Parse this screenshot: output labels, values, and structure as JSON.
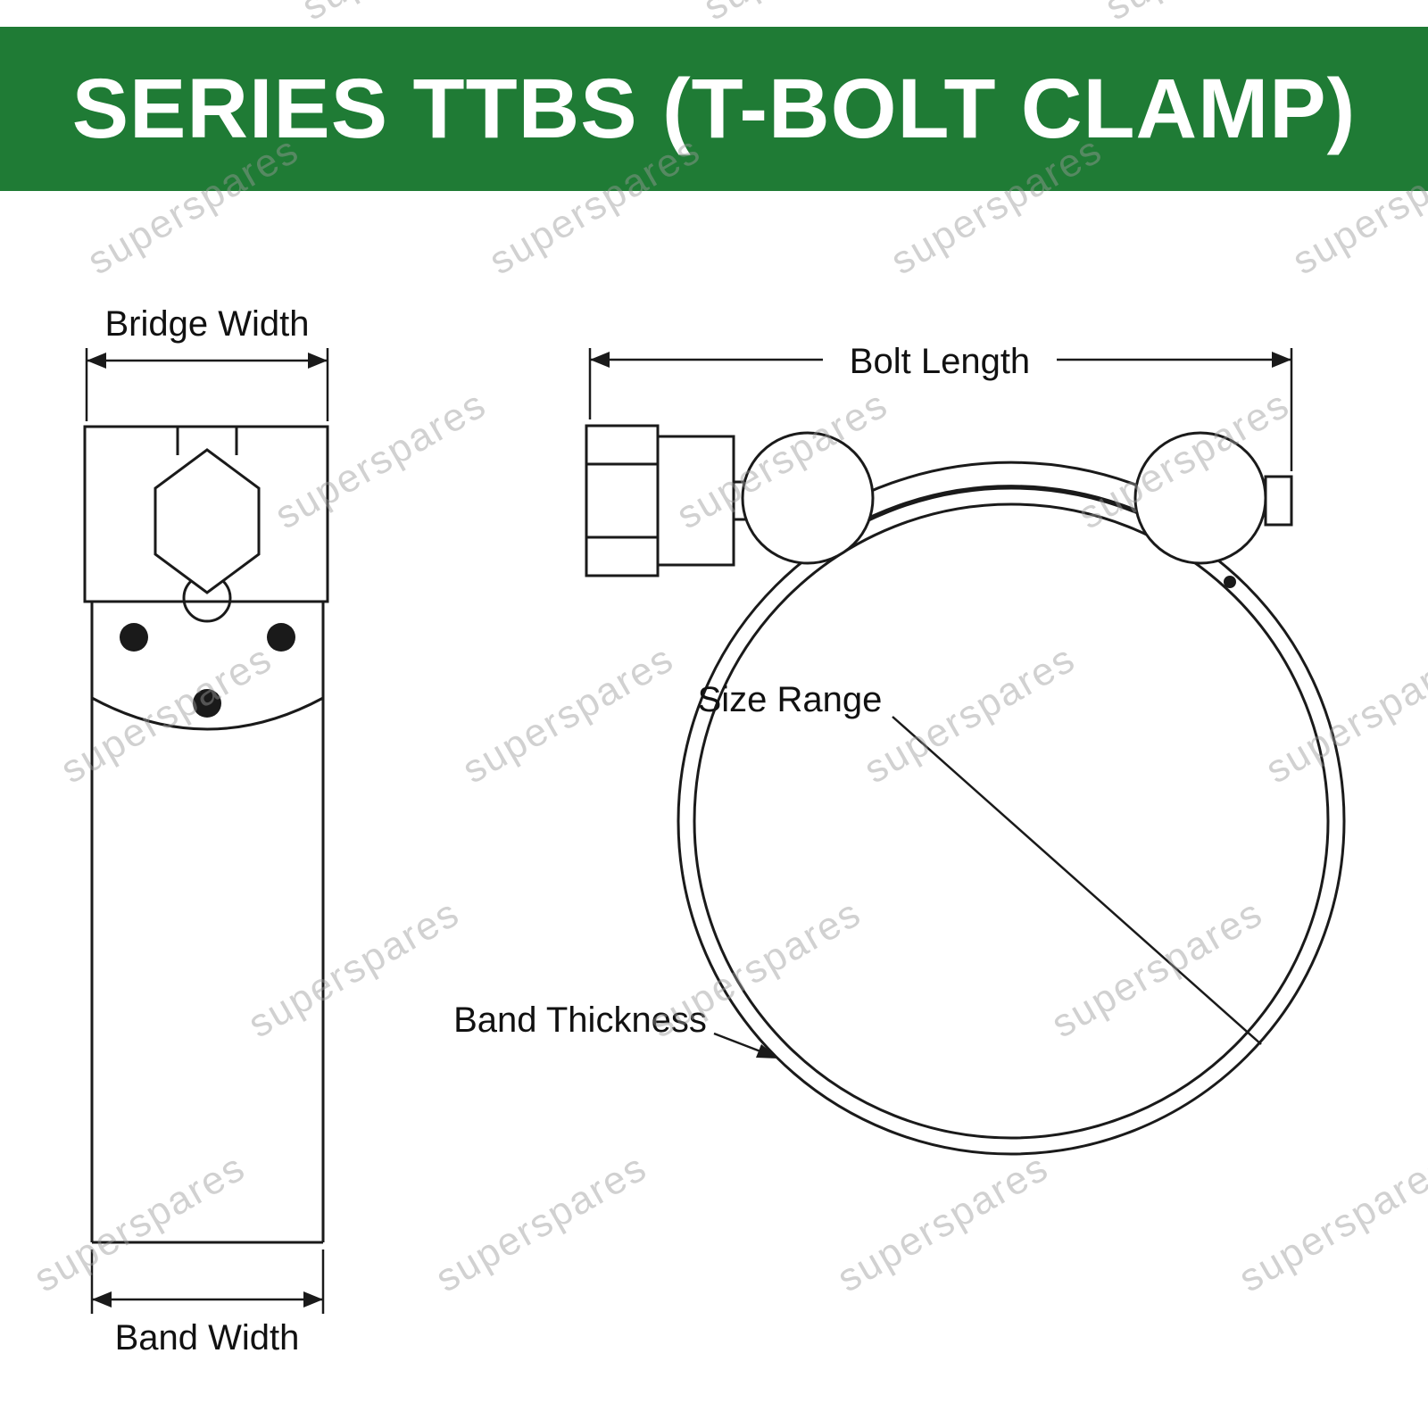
{
  "header": {
    "title": "SERIES TTBS (T-BOLT CLAMP)",
    "background_color": "#1f7b35",
    "text_color": "#ffffff"
  },
  "front_view": {
    "bridge_width_label": "Bridge Width",
    "band_width_label": "Band Width"
  },
  "side_view": {
    "bolt_length_label": "Bolt Length",
    "size_range_label": "Size Range",
    "band_thickness_label": "Band Thickness"
  },
  "diagram": {
    "line_color": "#1a1a1a"
  },
  "watermark": {
    "text": "superspares",
    "color": "#9a9a9a"
  }
}
